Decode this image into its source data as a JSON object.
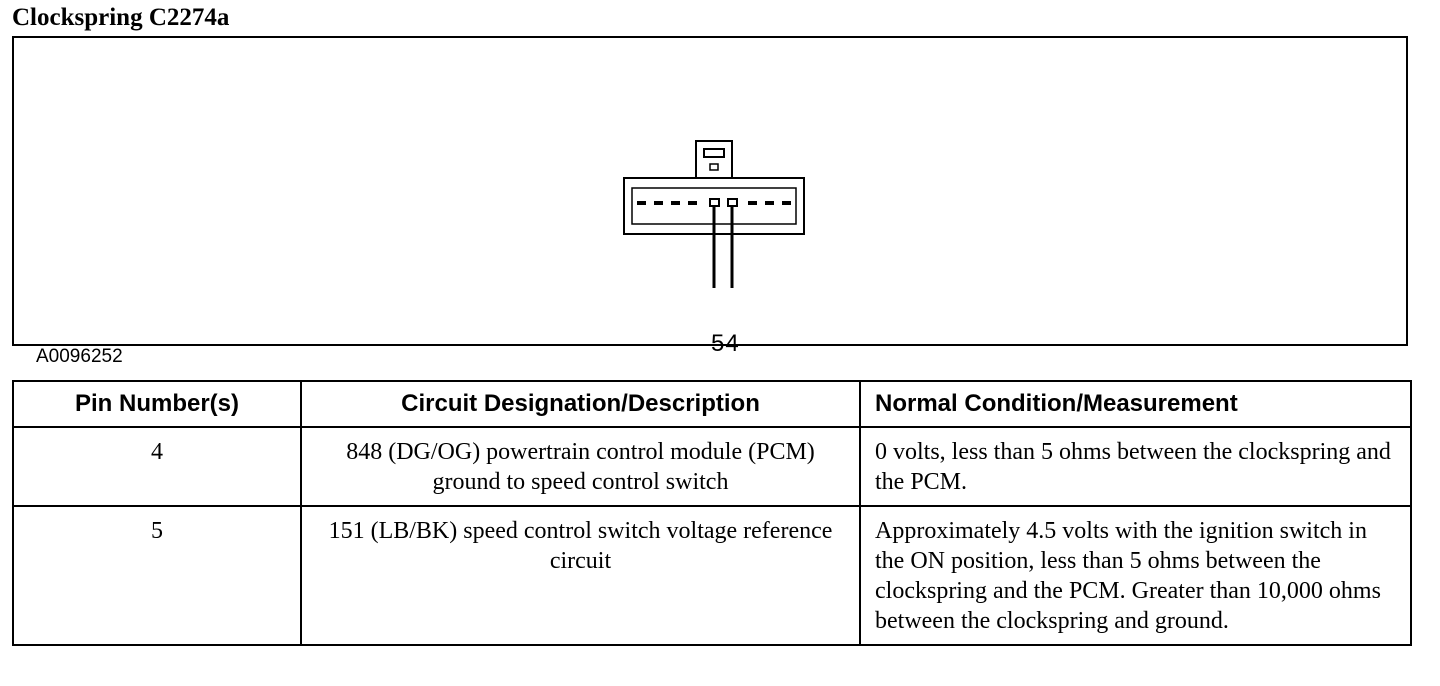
{
  "title": "Clockspring C2274a",
  "diagram": {
    "reference_id": "A0096252",
    "pin_labels": "54"
  },
  "table": {
    "headers": [
      "Pin Number(s)",
      "Circuit Designation/Description",
      "Normal Condition/Measurement"
    ],
    "rows": [
      {
        "pin": "4",
        "description": "848 (DG/OG) powertrain control module (PCM) ground to speed control switch",
        "condition": "0 volts, less than 5 ohms between the clockspring and the PCM."
      },
      {
        "pin": "5",
        "description": "151 (LB/BK) speed control switch voltage reference circuit",
        "condition": "Approximately 4.5 volts with the ignition switch in the ON position, less than 5 ohms between the clockspring and the PCM. Greater than 10,000 ohms between the clockspring and ground."
      }
    ]
  }
}
